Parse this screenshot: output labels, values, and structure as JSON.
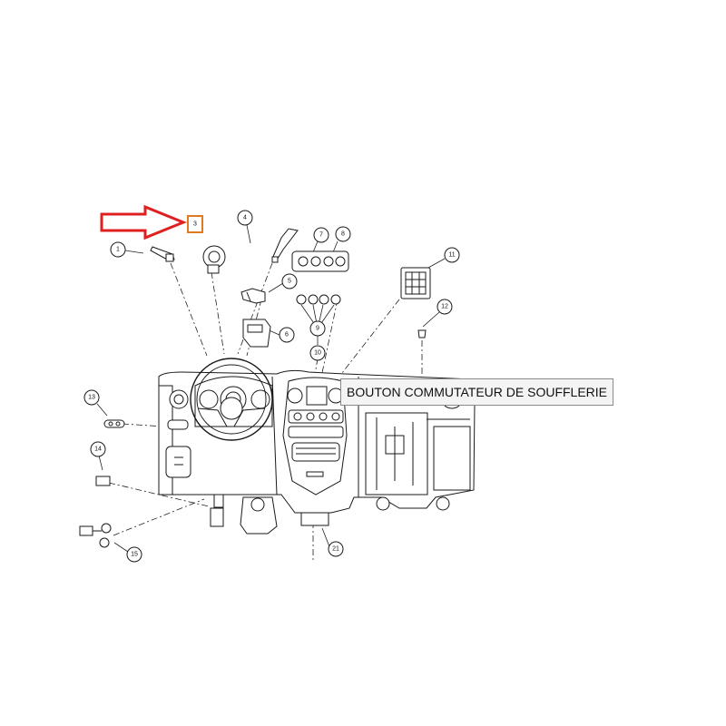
{
  "diagram": {
    "callouts": [
      "1",
      "3",
      "4",
      "5",
      "6",
      "7",
      "8",
      "9",
      "10",
      "11",
      "12",
      "13",
      "14",
      "15",
      "21"
    ],
    "highlight": {
      "callout": "3",
      "arrow_color": "#e02020",
      "box_color": "#e07a1f"
    }
  },
  "tooltip": {
    "text": "BOUTON COMMUTATEUR DE SOUFFLERIE"
  }
}
